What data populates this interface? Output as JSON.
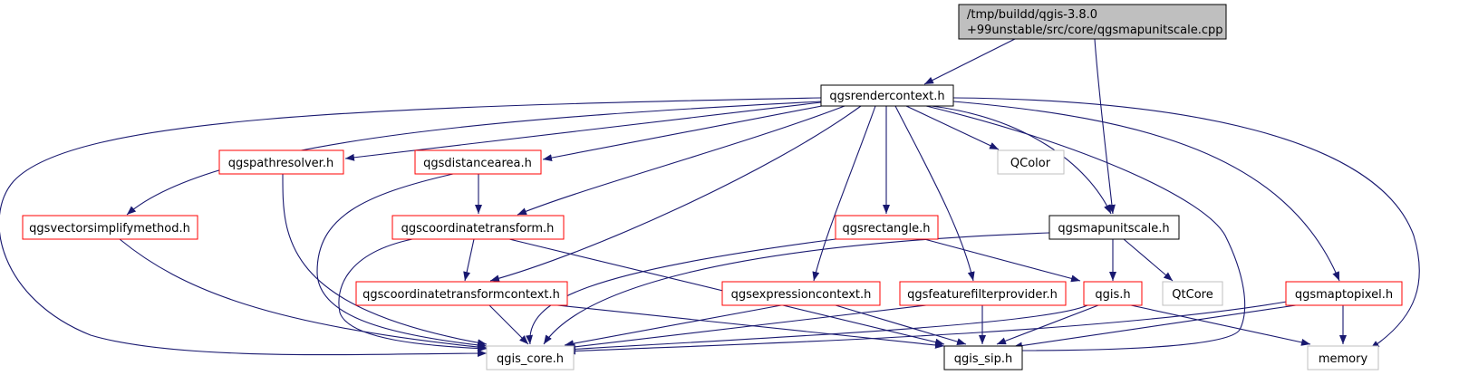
{
  "colors": {
    "edge": "#191970",
    "root_fill": "#bfbfbf",
    "normal_border": "#000000",
    "red_border": "#ff0000",
    "grey_border": "#bfbfbf"
  },
  "nodes": {
    "root": {
      "line1": "/tmp/buildd/qgis-3.8.0",
      "line2": "+99unstable/src/core/qgsmapunitscale.cpp"
    },
    "qgsrendercontext_h": "qgsrendercontext.h",
    "qgspathresolver_h": "qgspathresolver.h",
    "qgsdistancearea_h": "qgsdistancearea.h",
    "qcolor": "QColor",
    "qgsvectorsimplifymethod_h": "qgsvectorsimplifymethod.h",
    "qgscoordinatetransform_h": "qgscoordinatetransform.h",
    "qgsrectangle_h": "qgsrectangle.h",
    "qgsmapunitscale_h": "qgsmapunitscale.h",
    "qgscoordinatetransformcontext_h": "qgscoordinatetransformcontext.h",
    "qgsexpressioncontext_h": "qgsexpressioncontext.h",
    "qgsfeaturefilterprovider_h": "qgsfeaturefilterprovider.h",
    "qgis_h": "qgis.h",
    "qtcore": "QtCore",
    "qgsmaptopixel_h": "qgsmaptopixel.h",
    "qgis_core_h": "qgis_core.h",
    "qgis_sip_h": "qgis_sip.h",
    "memory": "memory"
  }
}
